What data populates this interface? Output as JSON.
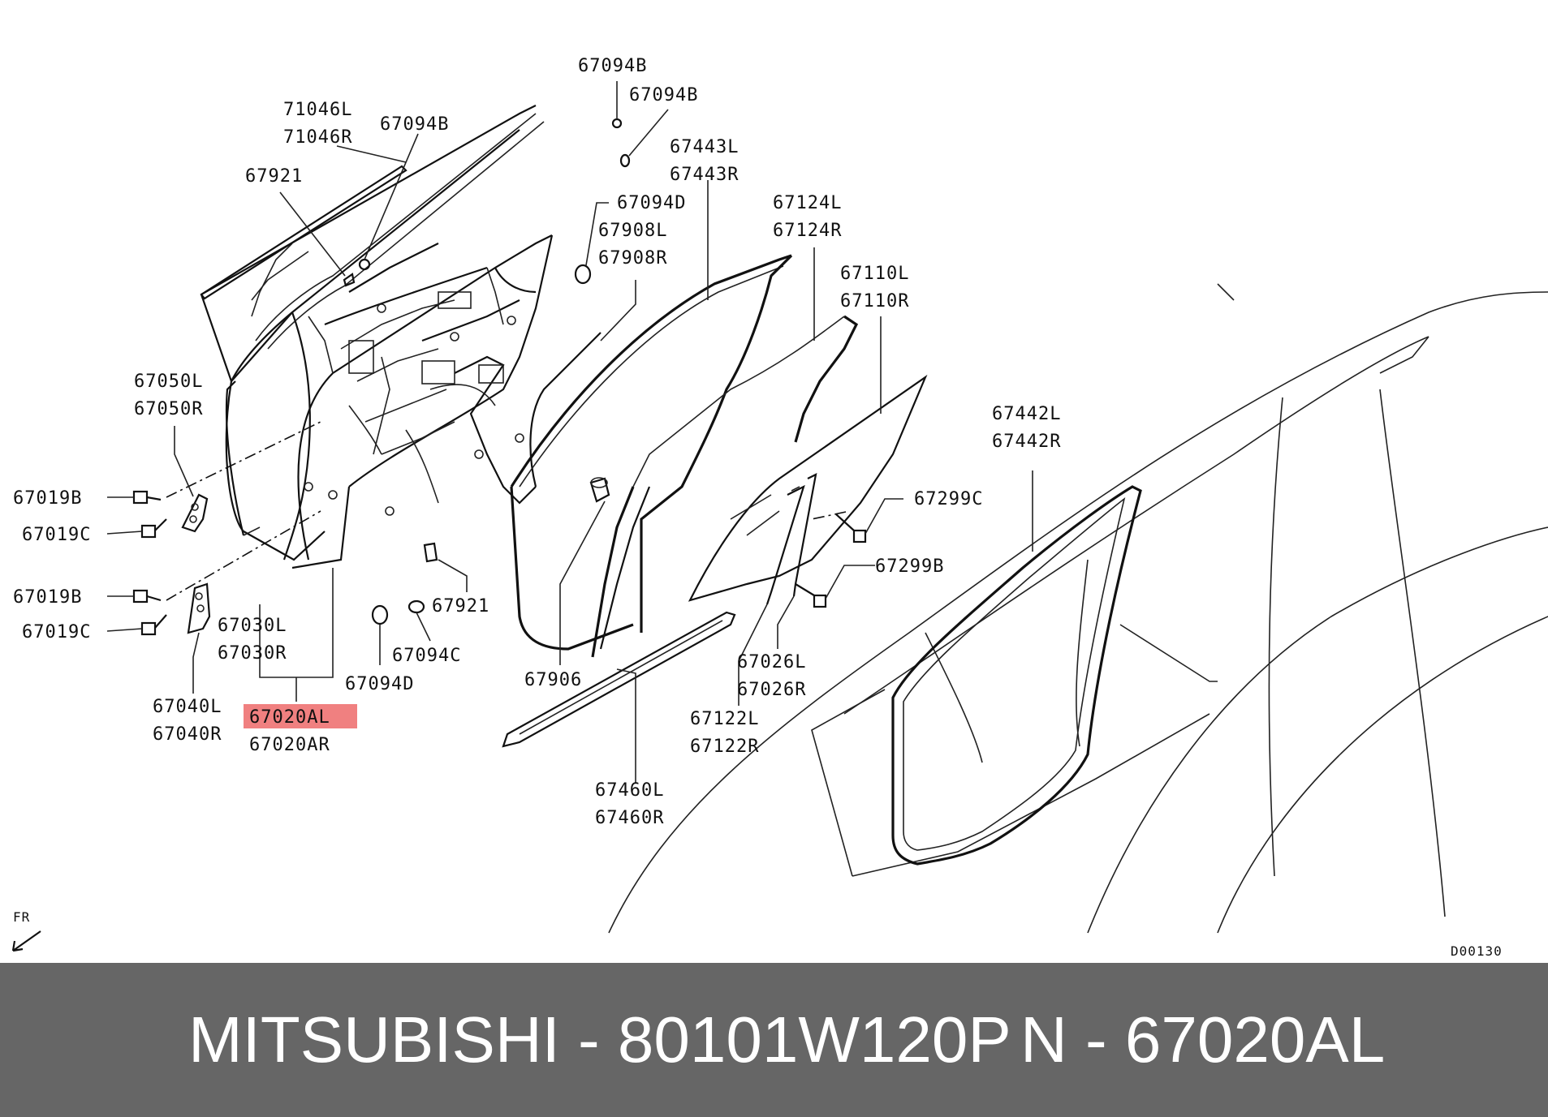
{
  "diagram": {
    "code": "D00130",
    "fr_marker": "FR",
    "highlight_color": "#f08080",
    "callouts": [
      {
        "id": "c01",
        "lines": [
          "67094B"
        ]
      },
      {
        "id": "c02",
        "lines": [
          "67094B"
        ]
      },
      {
        "id": "c03",
        "lines": [
          "71046L",
          "71046R"
        ]
      },
      {
        "id": "c04",
        "lines": [
          "67094B"
        ]
      },
      {
        "id": "c05",
        "lines": [
          "67443L",
          "67443R"
        ]
      },
      {
        "id": "c06",
        "lines": [
          "67921"
        ]
      },
      {
        "id": "c07",
        "lines": [
          "67094D"
        ]
      },
      {
        "id": "c08",
        "lines": [
          "67908L",
          "67908R"
        ]
      },
      {
        "id": "c09",
        "lines": [
          "67124L",
          "67124R"
        ]
      },
      {
        "id": "c10",
        "lines": [
          "67110L",
          "67110R"
        ]
      },
      {
        "id": "c11",
        "lines": [
          "67050L",
          "67050R"
        ]
      },
      {
        "id": "c12",
        "lines": [
          "67442L",
          "67442R"
        ]
      },
      {
        "id": "c13",
        "lines": [
          "67019B"
        ]
      },
      {
        "id": "c14",
        "lines": [
          "67299C"
        ]
      },
      {
        "id": "c15",
        "lines": [
          "67019C"
        ]
      },
      {
        "id": "c16",
        "lines": [
          "67299B"
        ]
      },
      {
        "id": "c17",
        "lines": [
          "67019B"
        ]
      },
      {
        "id": "c18",
        "lines": [
          "67921"
        ]
      },
      {
        "id": "c19",
        "lines": [
          "67019C"
        ]
      },
      {
        "id": "c20",
        "lines": [
          "67030L",
          "67030R"
        ]
      },
      {
        "id": "c21",
        "lines": [
          "67094C"
        ]
      },
      {
        "id": "c22",
        "lines": [
          "67026L",
          "67026R"
        ]
      },
      {
        "id": "c23",
        "lines": [
          "67906"
        ]
      },
      {
        "id": "c24",
        "lines": [
          "67094D"
        ]
      },
      {
        "id": "c25",
        "lines": [
          "67040L",
          "67040R"
        ]
      },
      {
        "id": "c26",
        "lines": [
          "67020AL",
          "67020AR"
        ],
        "highlight_line": 0
      },
      {
        "id": "c27",
        "lines": [
          "67122L",
          "67122R"
        ]
      },
      {
        "id": "c28",
        "lines": [
          "67460L",
          "67460R"
        ]
      }
    ]
  },
  "footer": {
    "brand_text": "MITSUBISHI - 80101W120P",
    "part_text": "N - 67020AL"
  }
}
